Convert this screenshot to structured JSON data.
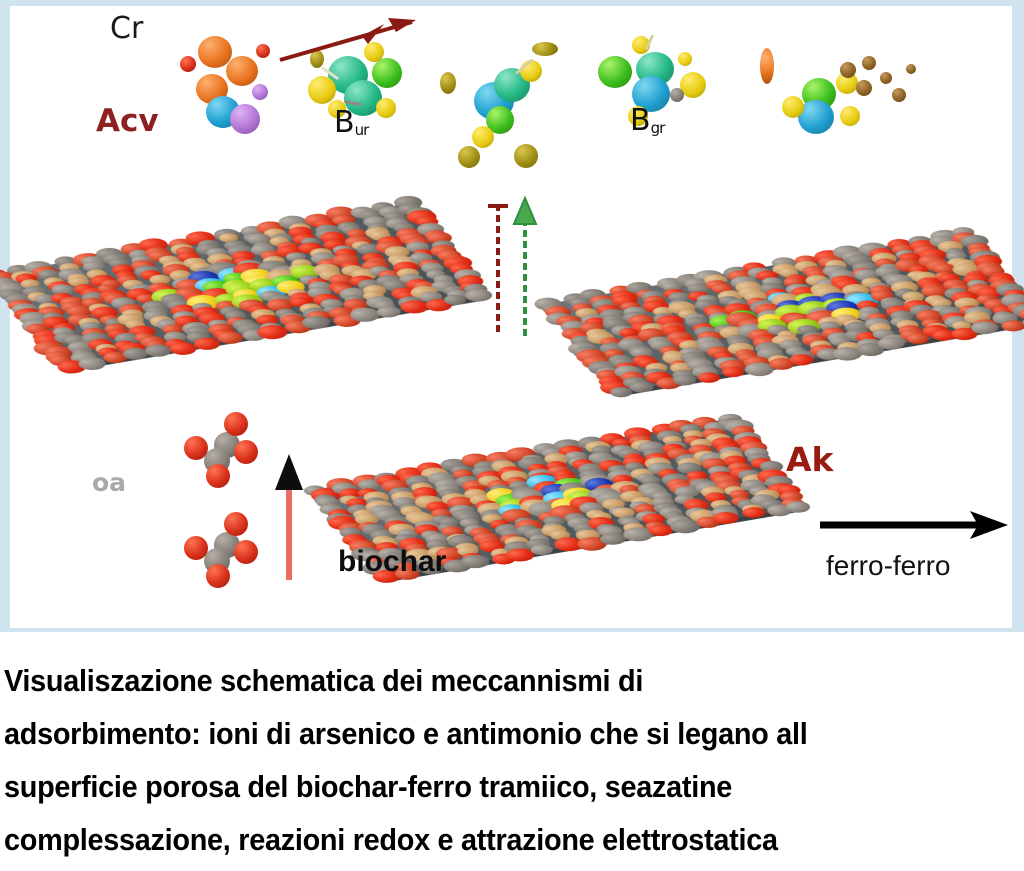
{
  "figure": {
    "labels": {
      "top_left_primary": "Cr",
      "top_left_secondary": "Acv",
      "center_molecule": "B",
      "center_molecule_sub": "ur",
      "right_molecule": "B",
      "right_molecule_sub": "gr",
      "bottom_left_faint": "oa",
      "right_red": "Ak",
      "biochar": "biochar",
      "ferro_ferro": "ferro-ferro"
    },
    "colors": {
      "frame": "#cfe4ef",
      "label_red": "#9b1b13",
      "label_dark_red": "#8d2121",
      "arrow_red": "#8b1a12",
      "arrow_green": "#2f8f3a",
      "arrow_pink": "#ef6a63",
      "arrow_black": "#000000",
      "slab_base": "#565e62",
      "sphere_red": "#e02b14",
      "sphere_gray": "#8b857d",
      "sphere_green": "#45c214",
      "sphere_yellow": "#f2cf1a",
      "sphere_cyan": "#2db7e8",
      "sphere_blue": "#1b35b0"
    },
    "elements": {
      "slab_left": "biochar-slab-left",
      "slab_right": "biochar-slab-right",
      "slab_bottom": "biochar-slab-bottom",
      "arrow_down_red": "desorption-arrow-down",
      "arrow_up_green": "adsorption-arrow-up",
      "arrow_up_pink": "loading-arrow-up",
      "arrow_right_black": "transformation-arrow-right",
      "arrow_diag_red": "pathway-arrow-diagonal"
    }
  },
  "caption": {
    "lines": [
      "Visualiszazione schematica dei meccannismi di",
      "adsorbimento: ioni di arsenico e antimonio che si legano all",
      "superficie porosa del biochar-ferro tramiico, seazatine",
      "complessazione, reazioni redox e attrazione elettrostatica"
    ]
  }
}
